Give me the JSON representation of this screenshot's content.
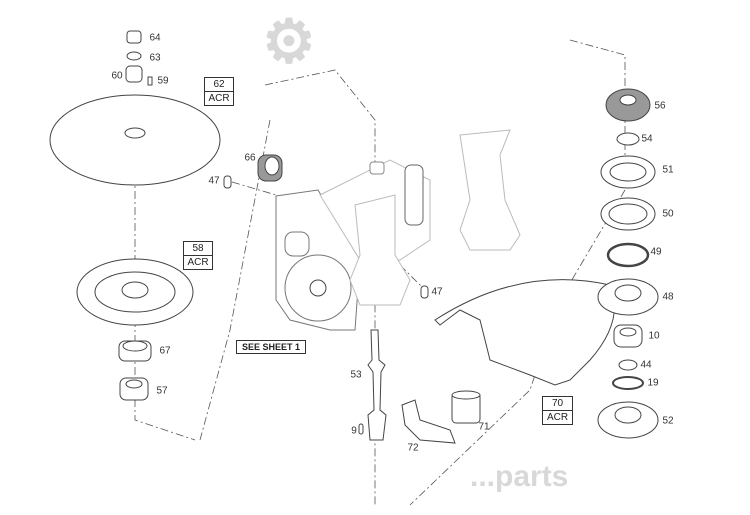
{
  "watermark": "...parts",
  "references": {
    "box62": {
      "num": "62",
      "tag": "ACR"
    },
    "box58": {
      "num": "58",
      "tag": "ACR"
    },
    "box70": {
      "num": "70",
      "tag": "ACR"
    },
    "see_sheet": "SEE SHEET 1"
  },
  "callouts": {
    "p64": "64",
    "p63": "63",
    "p60": "60",
    "p59": "59",
    "p66": "66",
    "p47a": "47",
    "p67": "67",
    "p57": "57",
    "p47b": "47",
    "p53": "53",
    "p9": "9",
    "p72": "72",
    "p71": "71",
    "p56": "56",
    "p54": "54",
    "p51": "51",
    "p50": "50",
    "p49": "49",
    "p48": "48",
    "p10": "10",
    "p44": "44",
    "p19": "19",
    "p52": "52"
  }
}
